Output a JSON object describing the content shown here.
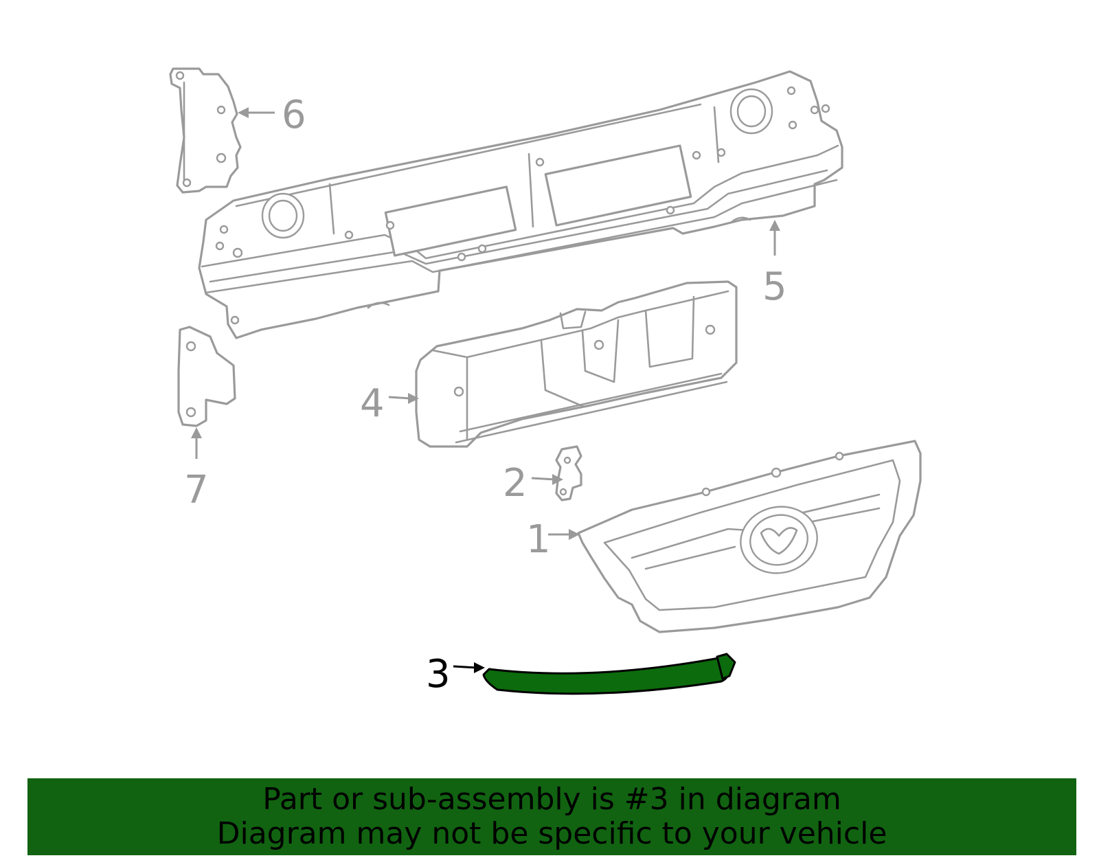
{
  "callouts": {
    "c1": "1",
    "c2": "2",
    "c3": "3",
    "c4": "4",
    "c5": "5",
    "c6": "6",
    "c7": "7"
  },
  "highlighted_part": "3",
  "colors": {
    "outline": "#9a9a9a",
    "highlight_fill": "#0c6b0c",
    "banner_background": "#116311",
    "banner_text": "#000000"
  },
  "banner": {
    "line1": "Part or sub-assembly is #3 in diagram",
    "line2": "Diagram may not be specific to your vehicle"
  }
}
